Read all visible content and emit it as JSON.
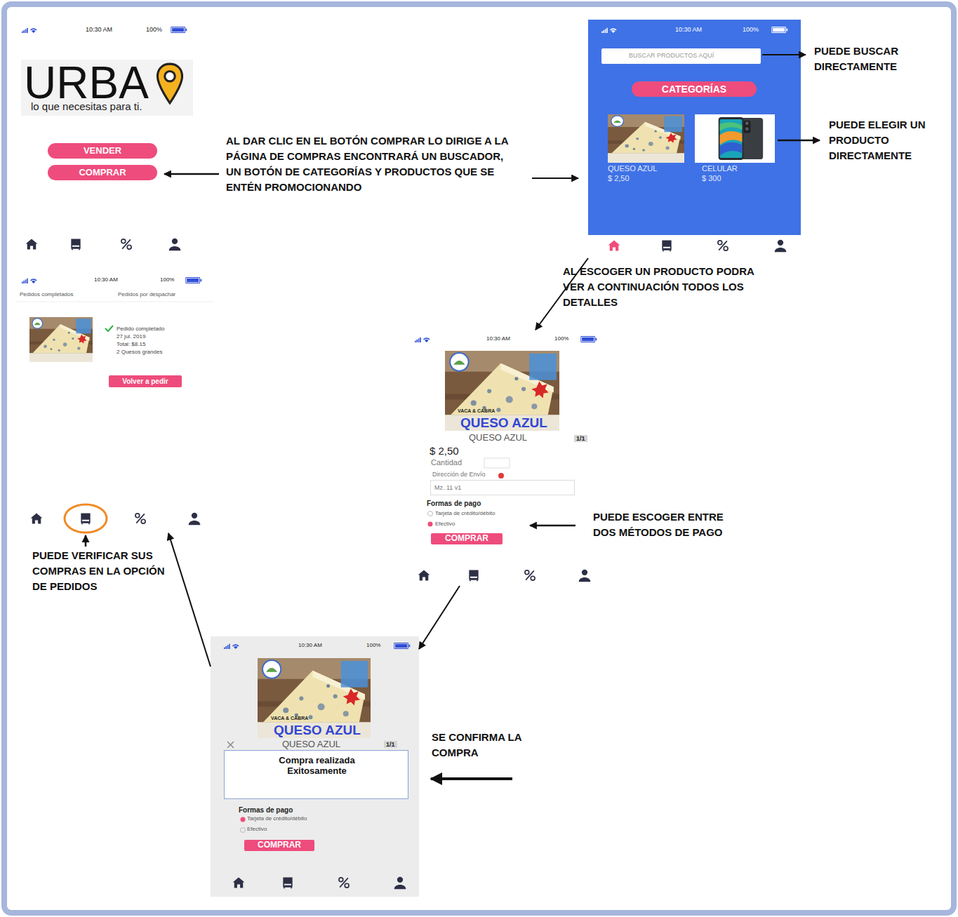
{
  "diagram": {
    "nodes": [
      {
        "text": [
          "10:30 AM",
          "100%",
          "URBA",
          "lo que necesitas para ti."
        ]
      },
      {
        "text": [
          "VENDER"
        ],
        "in": 0
      },
      {
        "text": [
          "COMPRAR"
        ],
        "in": 0
      },
      {
        "text": [
          "10:30 AM",
          "100%"
        ]
      },
      {
        "text": [
          "BUSCAR PRODUCTOS AQUÍ"
        ],
        "in": 3
      },
      {
        "text": [
          "CATEGORÍAS"
        ],
        "in": 3
      },
      {
        "text": [
          "QUESO AZUL",
          "$ 2,50"
        ],
        "in": 3
      },
      {
        "text": [
          "CELULAR",
          "$ 300"
        ],
        "in": 3
      },
      {
        "text": [
          "10:30 AM",
          "100%",
          "Pedidos completados",
          "Pedidos por despachar",
          "Pedido completado",
          "27 jul. 2019",
          "Total: $8.15",
          "2 Quesos grandes"
        ]
      },
      {
        "text": [
          "Volver a pedir"
        ],
        "in": 8
      },
      {
        "text": [
          "10:30 AM",
          "100%",
          "VACA & CABRA",
          "QUESO AZUL",
          "QUESO AZUL",
          "1/1",
          "$ 2,50",
          "Cantidad",
          "Dirección de Envío",
          "Formas de pago",
          "Tarjeta de crédito/débito",
          "Efectivo"
        ]
      },
      {
        "text": [
          "Mz. 11 v1"
        ],
        "in": 10
      },
      {
        "text": [
          "COMPRAR"
        ],
        "in": 10
      },
      {
        "text": [
          "10:30 AM",
          "100%",
          "VACA & CABRA",
          "QUESO AZUL",
          "QUESO AZUL",
          "1/1",
          "Formas de pago",
          "Tarjeta de crédito/débito",
          "Efectivo"
        ]
      },
      {
        "text": [
          "Compra realizada Exitosamente"
        ],
        "in": 13
      },
      {
        "text": [
          "COMPRAR"
        ],
        "in": 13
      }
    ],
    "edges": [
      {
        "from": 3,
        "to": 10,
        "arrow": "to"
      },
      {
        "from": 10,
        "to": 13,
        "arrow": "to"
      },
      {
        "from": 13,
        "to": 8,
        "arrow": "to"
      }
    ],
    "labels": [
      "AL DAR CLIC EN EL BOTÓN COMPRAR LO DIRIGE A LA PÁGINA DE COMPRAS ENCONTRARÁ UN BUSCADOR, UN BOTÓN DE CATEGORÍAS Y PRODUCTOS QUE SE ENTÉN PROMOCIONANDO",
      "PUEDE BUSCAR DIRECTAMENTE",
      "PUEDE ELEGIR UN PRODUCTO DIRECTAMENTE",
      "AL ESCOGER UN PRODUCTO PODRA VER A CONTINUACIÓN TODOS LOS DETALLES",
      "PUEDE ESCOGER ENTRE DOS MÉTODOS DE PAGO",
      "SE CONFIRMA LA COMPRA",
      "PUEDE VERIFICAR SUS COMPRAS EN LA OPCIÓN DE PEDIDOS"
    ]
  }
}
